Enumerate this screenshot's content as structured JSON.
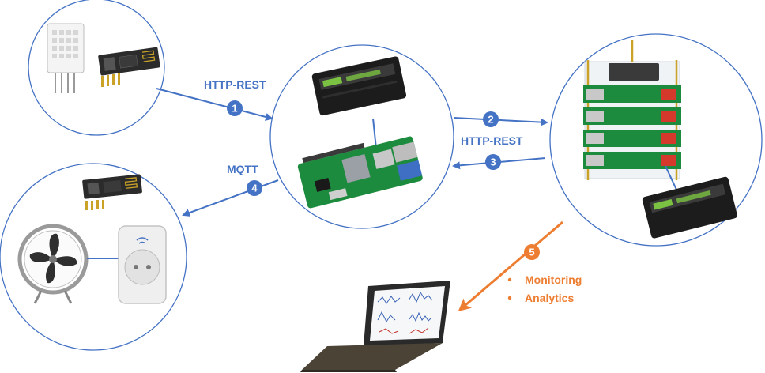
{
  "colors": {
    "blue": "#4472c4",
    "orange": "#ed7d31",
    "sensor_board": "#2b2b2b",
    "ssd_accent": "#7cc242",
    "pi_green": "#1d8b3e"
  },
  "nodes": [
    {
      "id": "sensor",
      "icon": "dht22-sensor-with-esp8266-module-icon"
    },
    {
      "id": "raspberry-pi",
      "icon": "raspberry-pi-with-ssd-icon"
    },
    {
      "id": "cluster",
      "icon": "raspberry-pi-cluster-with-ssd-icon"
    },
    {
      "id": "actuator",
      "icon": "fan-with-smart-plug-and-esp8266-icon"
    },
    {
      "id": "laptop",
      "icon": "laptop-with-charts-icon"
    }
  ],
  "connections": [
    {
      "number": "1",
      "label": "HTTP-REST"
    },
    {
      "number": "2",
      "label": "HTTP-REST"
    },
    {
      "number": "3",
      "label": ""
    },
    {
      "number": "4",
      "label": "MQTT"
    },
    {
      "number": "5",
      "label": ""
    }
  ],
  "bullets": [
    "Monitoring",
    "Analytics"
  ]
}
